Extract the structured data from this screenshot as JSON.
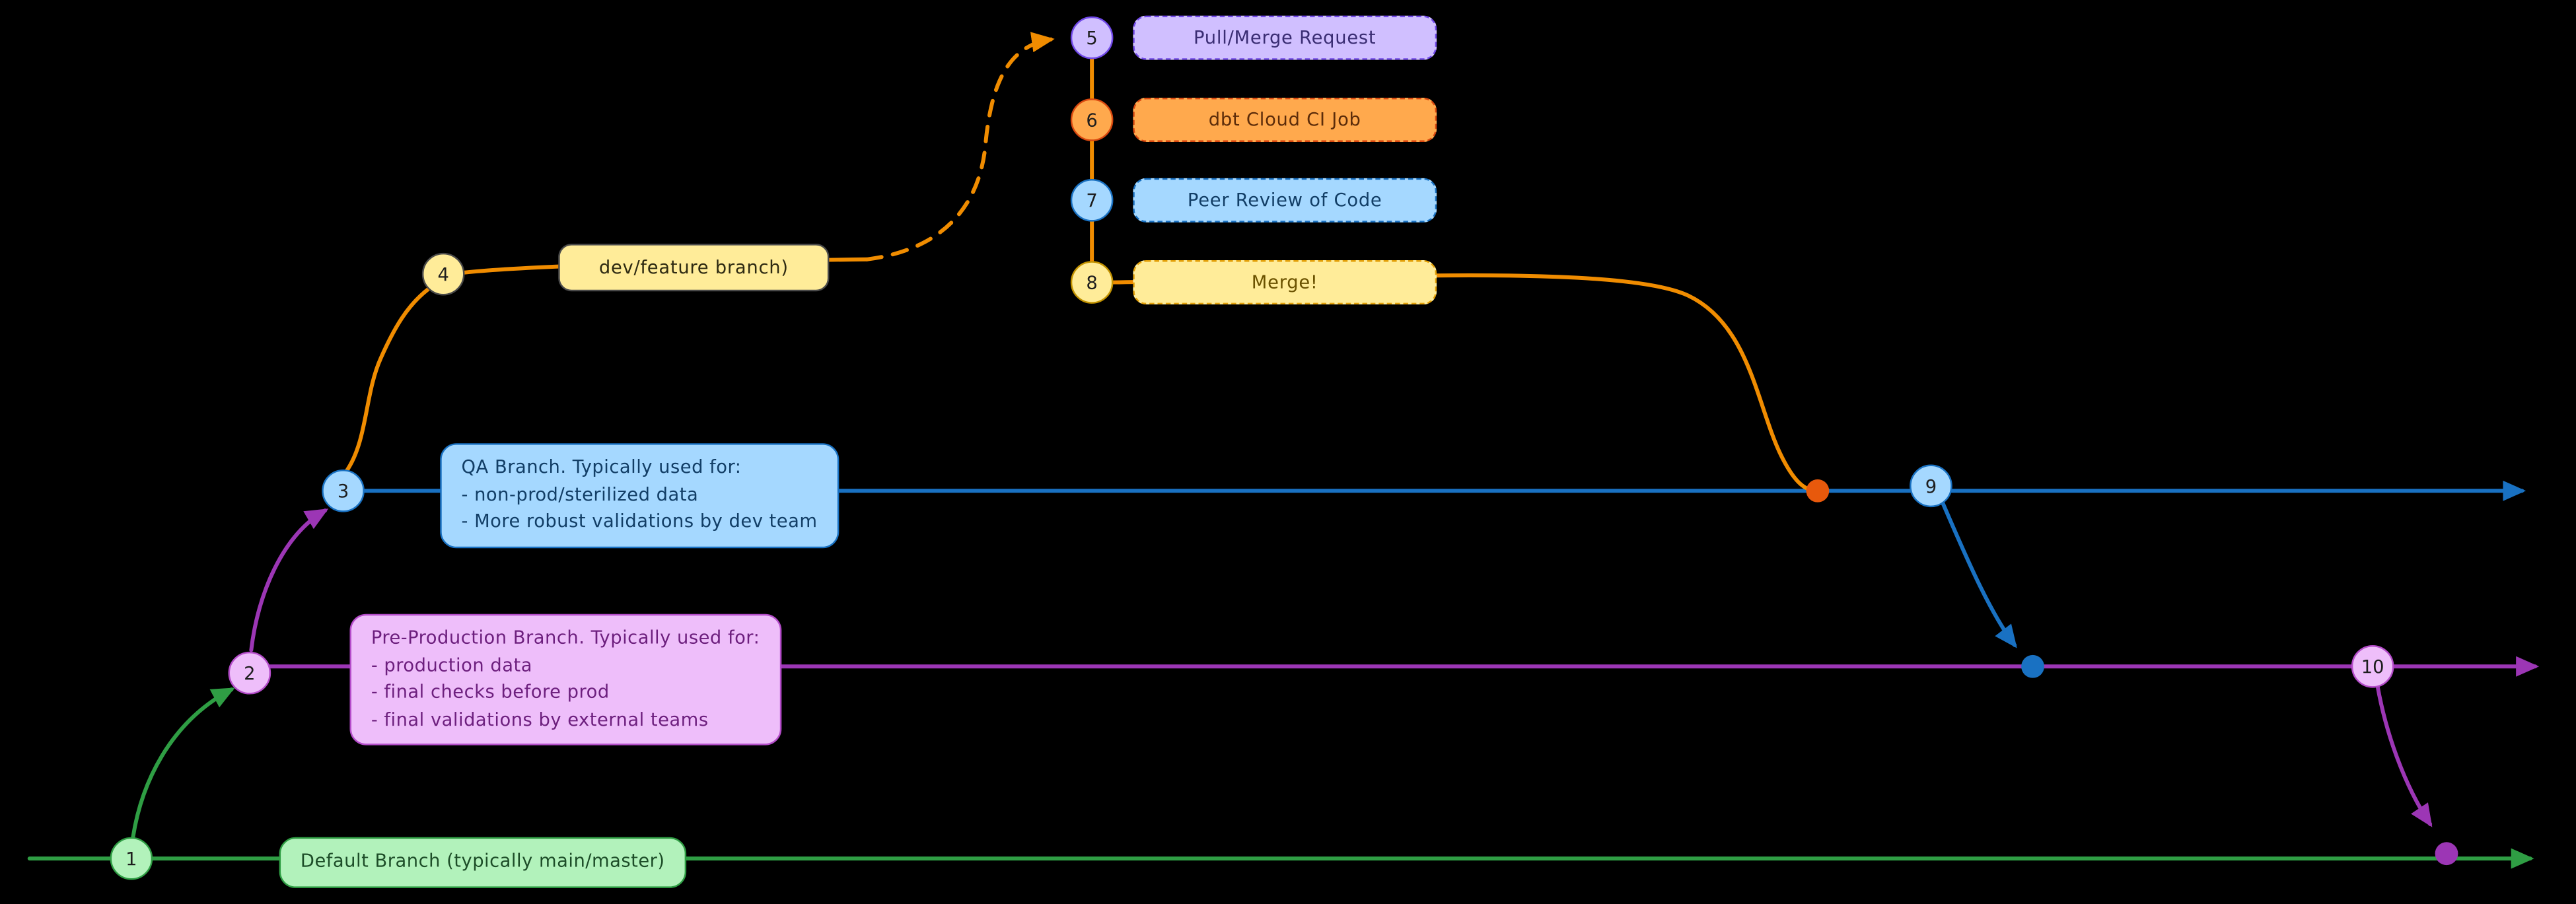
{
  "diagram": {
    "title_hint": "git branching / dbt Cloud CI workflow",
    "nodes": [
      {
        "num": "1"
      },
      {
        "num": "2"
      },
      {
        "num": "3"
      },
      {
        "num": "4"
      },
      {
        "num": "5"
      },
      {
        "num": "6"
      },
      {
        "num": "7"
      },
      {
        "num": "8"
      },
      {
        "num": "9"
      },
      {
        "num": "10"
      }
    ],
    "steps": [
      {
        "num": "5",
        "label": "Pull/Merge Request"
      },
      {
        "num": "6",
        "label": "dbt Cloud CI Job"
      },
      {
        "num": "7",
        "label": "Peer Review of Code"
      },
      {
        "num": "8",
        "label": "Merge!"
      }
    ],
    "feature_branch": {
      "label": "dev/feature branch)"
    },
    "qa_branch": {
      "title": "QA Branch. Typically used for:",
      "items": [
        "- non-prod/sterilized data",
        "- More robust validations by dev team"
      ]
    },
    "preprod_branch": {
      "title": "Pre-Production Branch. Typically used for:",
      "items": [
        "- production data",
        "- final checks before prod",
        "- final validations by external teams"
      ]
    },
    "default_branch": {
      "label": "Default Branch (typically main/master)"
    },
    "colors": {
      "background": "#000000",
      "green_line": "#2f9e44",
      "green_fill": "#b2f2bb",
      "purple_line": "#9c36b5",
      "purple_fill": "#eebefa",
      "blue_line": "#1971c2",
      "blue_fill": "#a5d8ff",
      "orange_line": "#f08c00",
      "orange_dot": "#e8590c",
      "orange_fill": "#ffa94d",
      "yellow_fill": "#ffec99",
      "violet_fill": "#d0bfff"
    }
  }
}
